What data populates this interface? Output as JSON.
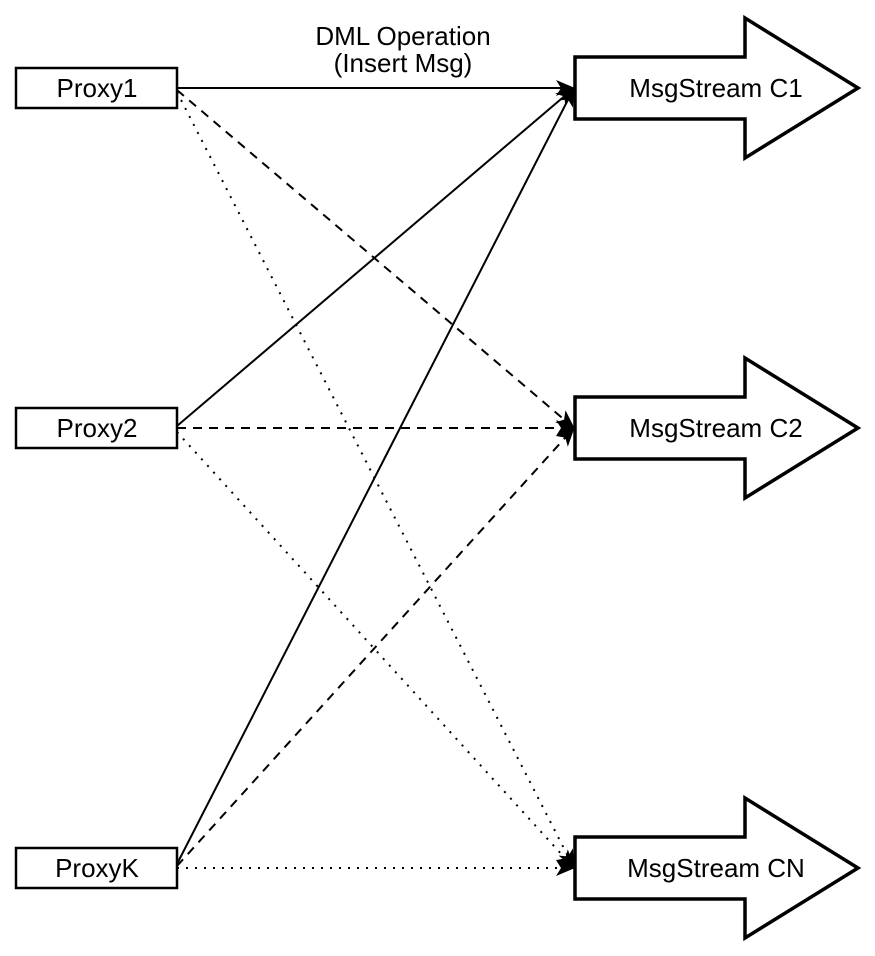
{
  "diagram": {
    "title_annotation": {
      "line1": "DML Operation",
      "line2": "(Insert Msg)"
    },
    "proxies": [
      {
        "label": "Proxy1"
      },
      {
        "label": "Proxy2"
      },
      {
        "label": "ProxyK"
      }
    ],
    "streams": [
      {
        "label": "MsgStream C1"
      },
      {
        "label": "MsgStream C2"
      },
      {
        "label": "MsgStream CN"
      }
    ],
    "connections": [
      {
        "from": "Proxy1",
        "to": "MsgStream C1",
        "style": "solid"
      },
      {
        "from": "Proxy1",
        "to": "MsgStream C2",
        "style": "dashed"
      },
      {
        "from": "Proxy1",
        "to": "MsgStream CN",
        "style": "dotted"
      },
      {
        "from": "Proxy2",
        "to": "MsgStream C1",
        "style": "solid"
      },
      {
        "from": "Proxy2",
        "to": "MsgStream C2",
        "style": "dashed"
      },
      {
        "from": "Proxy2",
        "to": "MsgStream CN",
        "style": "dotted"
      },
      {
        "from": "ProxyK",
        "to": "MsgStream C1",
        "style": "solid"
      },
      {
        "from": "ProxyK",
        "to": "MsgStream C2",
        "style": "dashed"
      },
      {
        "from": "ProxyK",
        "to": "MsgStream CN",
        "style": "dotted"
      }
    ],
    "colors": {
      "stroke": "#000000",
      "shape_fill": "#ffffff",
      "background": "#ffffff"
    }
  }
}
